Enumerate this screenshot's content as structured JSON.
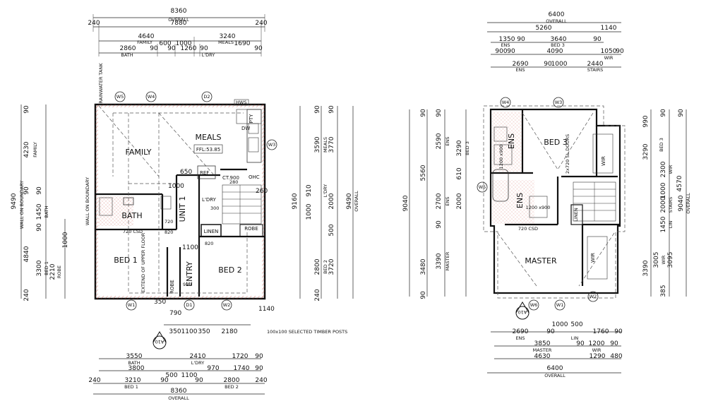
{
  "ground": {
    "top_dims": {
      "overall": "8360",
      "overall_label": "OVERALL",
      "l1": [
        "240",
        "7880",
        "240"
      ],
      "family": "4640",
      "family_label": "FAMILY",
      "meals": "3240",
      "meals_label": "MEALS",
      "l2": [
        "600",
        "1000",
        "1690"
      ],
      "l3": [
        "2860",
        "90",
        "90",
        "1260",
        "90",
        "90"
      ],
      "bath_label": "BATH",
      "ldry_label": "L'DRY"
    },
    "rooms": {
      "meals": "MEALS",
      "family": "FAMILY",
      "bath": "BATH",
      "bed1": "BED 1",
      "bed2": "BED 2",
      "entry": "ENTRY",
      "unit": "UNIT 1",
      "ldry": "L'DRY",
      "ref": "REF",
      "linen": "LINEN",
      "robe1": "ROBE",
      "robe2": "ROBE",
      "dw": "DW",
      "pty": "PTY",
      "ffl": "FFL:53.85",
      "csd": "720 CSD",
      "ohc": "OHC",
      "ct": "CT.900",
      "extend": "EXTEND OF UPPER FLOOR",
      "rainwater": "RAINWATER TANK",
      "boundary": "WALL ON BOUNDARY",
      "hws": "HWS"
    },
    "windows": [
      "W5",
      "W4",
      "D2",
      "W3",
      "W1",
      "D1",
      "W2"
    ],
    "inner_dims": [
      "650",
      "1000",
      "260",
      "720",
      "820",
      "1100",
      "820",
      "920",
      "790",
      "350",
      "1140",
      "300",
      "280"
    ],
    "left_dims": [
      "9490",
      "4230",
      "1450",
      "4840",
      "3300",
      "2210",
      "1000",
      "90",
      "90",
      "90",
      "90",
      "240"
    ],
    "left_labels": [
      "WALL ON BOUNDARY",
      "FAMILY",
      "BATH",
      "BED 1",
      "ROBE"
    ],
    "right_dims": [
      "9160",
      "3590",
      "3770",
      "9490",
      "910",
      "1000",
      "2000",
      "500",
      "2800",
      "3720",
      "90",
      "90",
      "240"
    ],
    "right_labels": [
      "MEALS",
      "L'DRY",
      "BED 2",
      "OVERALL"
    ],
    "bottom_dims": {
      "l1": [
        "350",
        "1100",
        "350",
        "2180"
      ],
      "note": "100x100 SELECTED TIMBER POSTS",
      "l2": [
        "3550",
        "2410",
        "1720",
        "90"
      ],
      "l2_labels": [
        "BATH",
        "L'DRY"
      ],
      "l3": [
        "3800",
        "500",
        "1100",
        "970",
        "1740",
        "90"
      ],
      "l4": [
        "240",
        "3210",
        "90",
        "90",
        "2800",
        "240"
      ],
      "l4_labels": [
        "BED 1",
        "BED 2"
      ],
      "overall": "8360",
      "overall_label": "OVERALL"
    },
    "section_marker": "A10"
  },
  "upper": {
    "top_dims": {
      "overall": "6400",
      "overall_label": "OVERALL",
      "l1": [
        "5260",
        "1140"
      ],
      "l2": [
        "1350",
        "90",
        "3640",
        "90"
      ],
      "l2_labels": [
        "ENS",
        "BED 3"
      ],
      "l3": [
        "900",
        "90",
        "4090",
        "1050",
        "90"
      ],
      "l3_labels": [
        "WIR"
      ],
      "l4": [
        "2690",
        "90",
        "1000",
        "2440"
      ],
      "l4_labels": [
        "ENS",
        "STAIRS"
      ]
    },
    "rooms": {
      "bed3": "BED 3",
      "ens1": "ENS",
      "ens2": "ENS",
      "master": "MASTER",
      "wir1": "WIR",
      "wir2": "WIR",
      "linen": "LINEN",
      "csd": "720 CSD",
      "sl_doors": "2x720 SL DOORS",
      "shower1": "1200 x900",
      "shower2": "1200 x900"
    },
    "windows": [
      "W4",
      "W3",
      "W5",
      "W6",
      "W1",
      "W2"
    ],
    "left_dims": [
      "5560",
      "2590",
      "3290",
      "610",
      "2700",
      "2000",
      "3480",
      "3390",
      "9040",
      "90",
      "90",
      "90",
      "90"
    ],
    "left_labels": [
      "ENS",
      "BED 3",
      "ENS",
      "MASTER"
    ],
    "right_dims": [
      "990",
      "3290",
      "2300",
      "4570",
      "1000",
      "2000",
      "1450",
      "3390",
      "3005",
      "3095",
      "385",
      "9040",
      "90",
      "90"
    ],
    "right_labels": [
      "BED 3",
      "WIR",
      "STAIRS",
      "LIN",
      "WIR",
      "OVERALL"
    ],
    "bottom_dims": {
      "l1": [
        "1000",
        "500"
      ],
      "l2": [
        "2690",
        "90",
        "1760",
        "90"
      ],
      "l2_labels": [
        "ENS",
        "LIN"
      ],
      "l3": [
        "3850",
        "90",
        "1200",
        "90"
      ],
      "l3_labels": [
        "MASTER",
        "WIR"
      ],
      "l4": [
        "4630",
        "1290",
        "480"
      ],
      "overall": "6400",
      "overall_label": "OVERALL"
    },
    "section_marker": "A10"
  }
}
